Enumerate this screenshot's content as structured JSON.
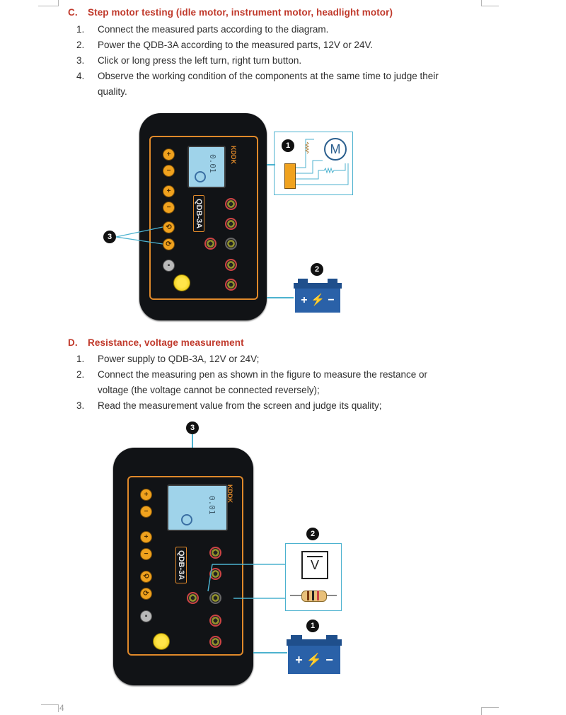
{
  "section_c": {
    "letter": "C.",
    "title": "Step motor testing (idle motor, instrument motor, headlight motor)",
    "steps": [
      {
        "num": "1.",
        "text": "Connect the measured parts according to the diagram."
      },
      {
        "num": "2.",
        "text": "Power the QDB-3A according to the measured parts, 12V or 24V."
      },
      {
        "num": "3.",
        "text": "Click or long press the left turn, right turn button."
      },
      {
        "num": "4.",
        "text": "Observe the working condition of the components at the same time to judge their"
      }
    ],
    "step4_cont": "quality."
  },
  "section_d": {
    "letter": "D.",
    "title": "Resistance, voltage measurement",
    "steps": [
      {
        "num": "1.",
        "text": "Power supply to QDB-3A, 12V or 24V;"
      },
      {
        "num": "2.",
        "text": "Connect the measuring pen as shown in the figure to measure the restance or"
      },
      {
        "num": "3.",
        "text": "Read the measurement value from the screen and judge its quality;"
      }
    ],
    "step2_cont": "voltage (the voltage cannot be connected reversely);"
  },
  "figure1": {
    "badges": [
      "1",
      "2",
      "3"
    ],
    "motor_symbol": "M",
    "lcd_value": "0.01",
    "brand": "KDDK",
    "model": "QDB-3A"
  },
  "figure2": {
    "badges": [
      "1",
      "2",
      "3"
    ],
    "lcd_value": "0.01",
    "voltmeter_symbol": "V",
    "brand": "KDDK",
    "model": "QDB-3A"
  },
  "page_number": "4",
  "colors": {
    "heading": "#c0392b",
    "accent": "#e0892a",
    "callout": "#4cb2cf",
    "battery": "#1f4f8c"
  }
}
